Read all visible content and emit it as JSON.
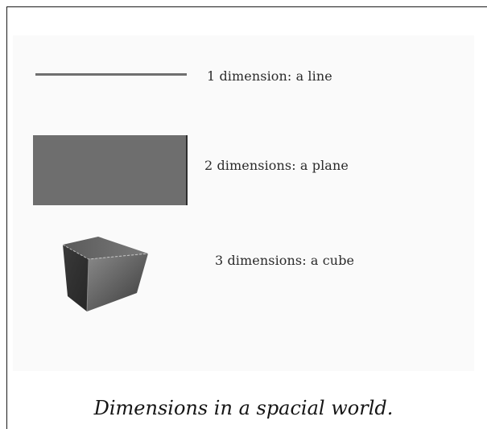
{
  "diagram": {
    "items": [
      {
        "label": "1 dimension: a line",
        "shape_icon": "line-icon"
      },
      {
        "label": "2 dimensions: a plane",
        "shape_icon": "plane-icon"
      },
      {
        "label": "3 dimensions: a cube",
        "shape_icon": "cube-icon"
      }
    ],
    "caption": "Dimensions in a spacial world."
  },
  "colors": {
    "background": "#ffffff",
    "panel": "#fafafa",
    "shape_fill": "#6e6e6e",
    "text": "#2b2b2b"
  }
}
